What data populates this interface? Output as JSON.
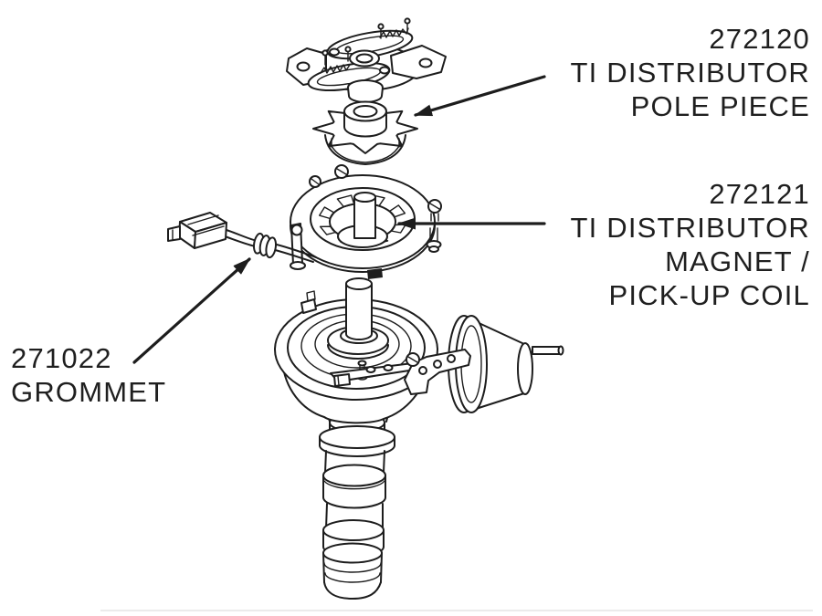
{
  "diagram": {
    "kind": "exploded-parts-illustration",
    "background_color": "#ffffff",
    "line_color": "#1d1d1d",
    "text_color": "#1f1f1f"
  },
  "labels": {
    "pole_piece": {
      "number": "272120",
      "line1": "TI DISTRIBUTOR",
      "line2": "POLE PIECE"
    },
    "magnet_pickup": {
      "number": "272121",
      "line1": "TI DISTRIBUTOR",
      "line2": "MAGNET /",
      "line3": "PICK-UP COIL"
    },
    "grommet": {
      "number": "271022",
      "line1": "GROMMET"
    }
  },
  "parts": [
    {
      "name": "advance-plate-assembly"
    },
    {
      "name": "pole-piece"
    },
    {
      "name": "magnet-pickup-coil"
    },
    {
      "name": "pickup-wire-connector"
    },
    {
      "name": "grommet"
    },
    {
      "name": "distributor-housing"
    },
    {
      "name": "vacuum-advance-canister"
    },
    {
      "name": "shaft-lower-housing"
    }
  ]
}
